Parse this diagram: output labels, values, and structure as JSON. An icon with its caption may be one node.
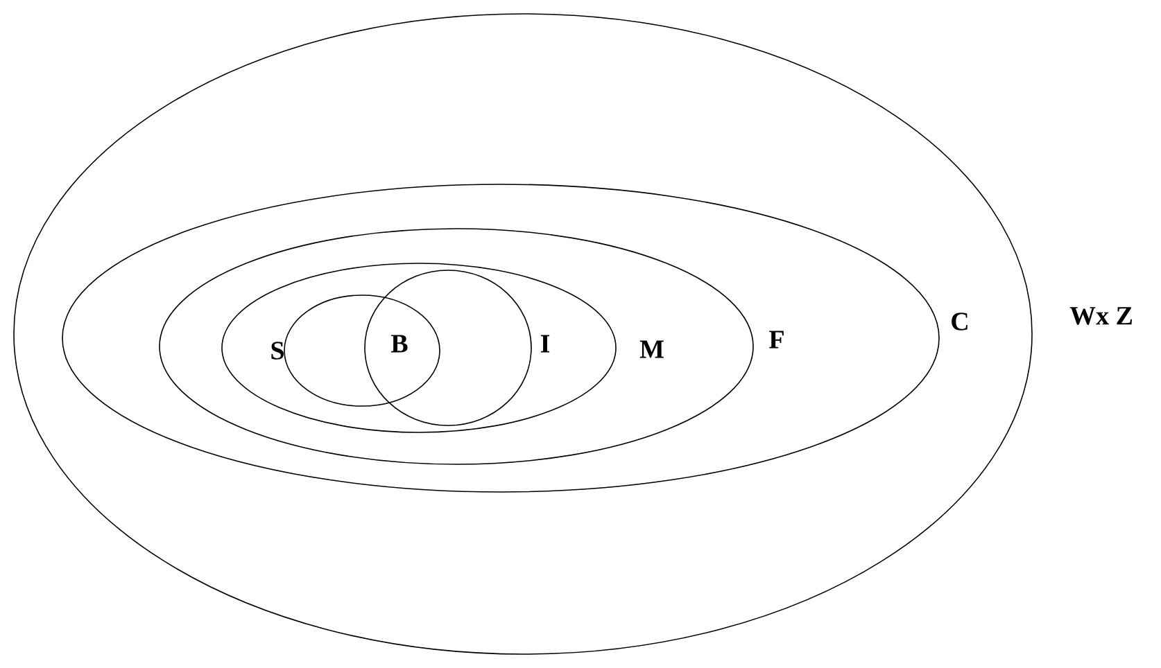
{
  "diagram": {
    "nodes": [
      {
        "text": [
          "Wx Z"
        ]
      },
      {
        "text": [
          "C"
        ],
        "in": 0
      },
      {
        "text": [
          "F"
        ],
        "in": 1
      },
      {
        "text": [
          "M"
        ],
        "in": 2
      },
      {
        "text": [
          "S"
        ],
        "in": 3
      },
      {
        "text": [
          "I"
        ],
        "in": 3
      }
    ],
    "labels": [
      "B"
    ]
  }
}
